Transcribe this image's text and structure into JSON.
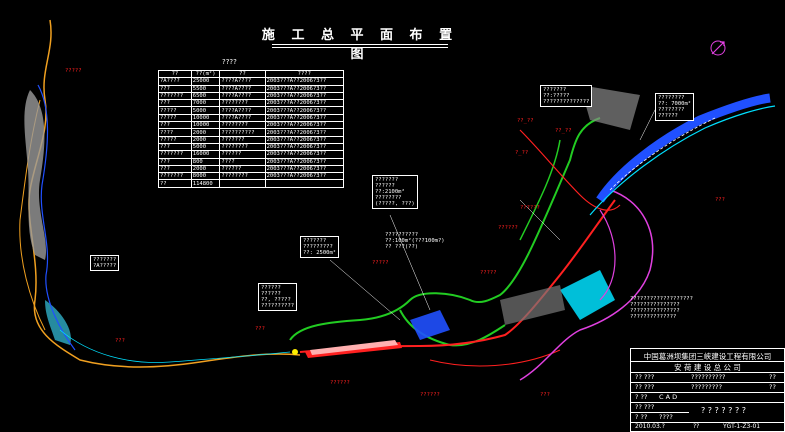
{
  "drawing": {
    "title": "施 工 总 平 面 布 置 图",
    "subtitle": "????"
  },
  "table": {
    "header": [
      "??",
      "??(m²)",
      "??",
      "????"
    ],
    "rows": [
      [
        "?A????",
        "25000",
        "????A????",
        "2003???A??2006?3??"
      ],
      [
        "???",
        "5500",
        "????A????",
        "2003???A??2006?3??"
      ],
      [
        "???????",
        "6500",
        "????A????",
        "2003???A??2006?3??"
      ],
      [
        "???",
        "7000",
        "????????",
        "2003???A??2006?3??"
      ],
      [
        "?????",
        "5000",
        "????A????",
        "2003???A??2006?3??"
      ],
      [
        "?????",
        "10000",
        "????A????",
        "2003???A??2006?3??"
      ],
      [
        "???",
        "10000",
        "????????",
        "2003???A??2006?3??"
      ],
      [
        "????",
        "2000",
        "??????????",
        "2003???A??2006?3??"
      ],
      [
        "?????",
        "2000",
        "???????",
        "2003???A??2006?3??"
      ],
      [
        "???",
        "5000",
        "????????",
        "2003???A??2006?3??"
      ],
      [
        "???????",
        "16000",
        "??????",
        "2003???A??2006?3??"
      ],
      [
        "???",
        "800",
        "????",
        "2003???A??2006?3??"
      ],
      [
        "???",
        "2000",
        "??????",
        "2003???A??2006?3??"
      ],
      [
        "???????",
        "8000",
        "????????",
        "2003???A??2006?3??"
      ],
      [
        "??",
        "114800",
        "",
        ""
      ]
    ]
  },
  "annotations": {
    "a1": "???????\n?A?????",
    "a2": "??????\n??????\n??, ?????\n??????????",
    "a3": "???????\n??????\n??:2100m²\n????????\n(?????, ???)",
    "a4": "???????\n?????????\n??: 2500m²",
    "a5": "???????\n??:?????\n??????????????",
    "a6": "??????????\n??:100m²(???100m?)\n?? ???(??)",
    "a7": "????????\n??: 7000m²\n????????\n??????"
  },
  "red_labels": [
    "??_??",
    "??_??",
    "?_??",
    "??????",
    "??????",
    "?????",
    "?????",
    "??????",
    "???",
    "??????",
    "???",
    "???",
    "?????",
    "???"
  ],
  "legend_note": "???????????????????\n???????????????\n???????????????\n??????????????",
  "title_block": {
    "company1": "中国葛洲坝集团三峡建设工程有限公司",
    "company2": "安 荷 建 设 总 公 司",
    "r1a": "?? ???",
    "r1b": "??????????",
    "r1c": "??",
    "r2a": "?? ???",
    "r2b": "?????????",
    "r2c": "??",
    "r3a": "? ??",
    "r3b": "C A D",
    "r4a": "?? ???",
    "r4b": "? ? ? ? ? ? ?",
    "r5a": "? ??",
    "r5b": "????",
    "date": "2010.03.?",
    "r6b": "??",
    "drawing_no": "YGT-1-Z3-01"
  },
  "colors": {
    "river": "#f0a020",
    "road_green": "#22cc22",
    "road_red": "#ff2020",
    "cyan": "#00e0ff",
    "magenta": "#e040e0",
    "blue": "#2050ff",
    "white": "#ffffff"
  },
  "icons": [
    "north-arrow-icon"
  ]
}
